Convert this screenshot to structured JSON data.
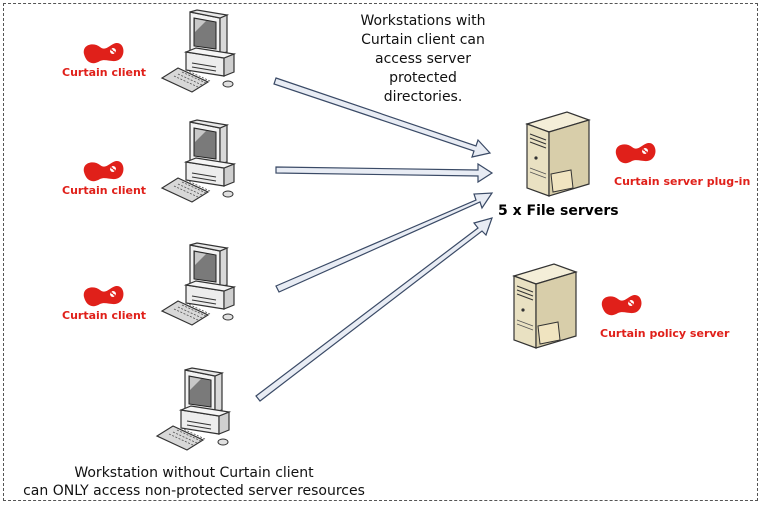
{
  "top_note": [
    "Workstations with",
    "Curtain client can",
    "access server",
    "protected",
    "directories."
  ],
  "clients": [
    {
      "label": "Curtain client"
    },
    {
      "label": "Curtain client"
    },
    {
      "label": "Curtain client"
    }
  ],
  "unprotected_note": [
    "Workstation without Curtain client",
    "can ONLY access non-protected server resources"
  ],
  "file_servers_label": "5 x File servers",
  "server_plugin_label": "Curtain server plug-in",
  "policy_server_label": "Curtain policy server",
  "colors": {
    "brand_red": "#e0201a",
    "arrow_fill": "#e8ecf4",
    "arrow_stroke": "#3a4a66"
  },
  "icons": [
    "workstation-icon",
    "server-tower-icon",
    "curtain-logo-icon",
    "arrow-icon"
  ]
}
